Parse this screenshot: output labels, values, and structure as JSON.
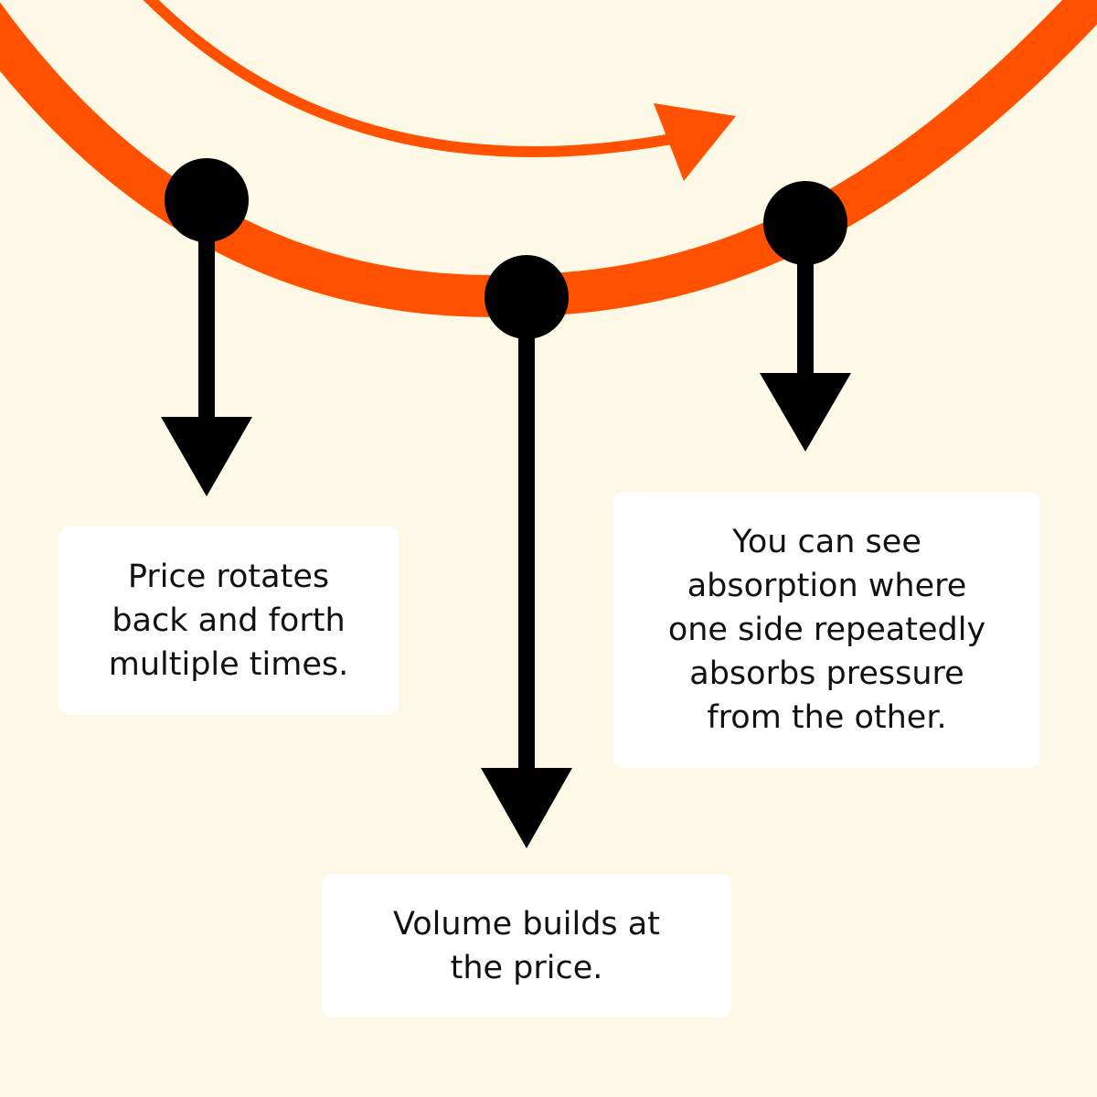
{
  "colors": {
    "background": "#fef9e6",
    "arc": "#ff5100",
    "marker": "#000000",
    "box": "#ffffff"
  },
  "callouts": [
    {
      "lines": [
        "Price rotates",
        "back and forth",
        "multiple times."
      ]
    },
    {
      "lines": [
        "Volume builds at",
        "the price."
      ]
    },
    {
      "lines": [
        "You can see",
        "absorption where",
        "one side repeatedly",
        "absorbs pressure",
        "from the other."
      ]
    }
  ]
}
